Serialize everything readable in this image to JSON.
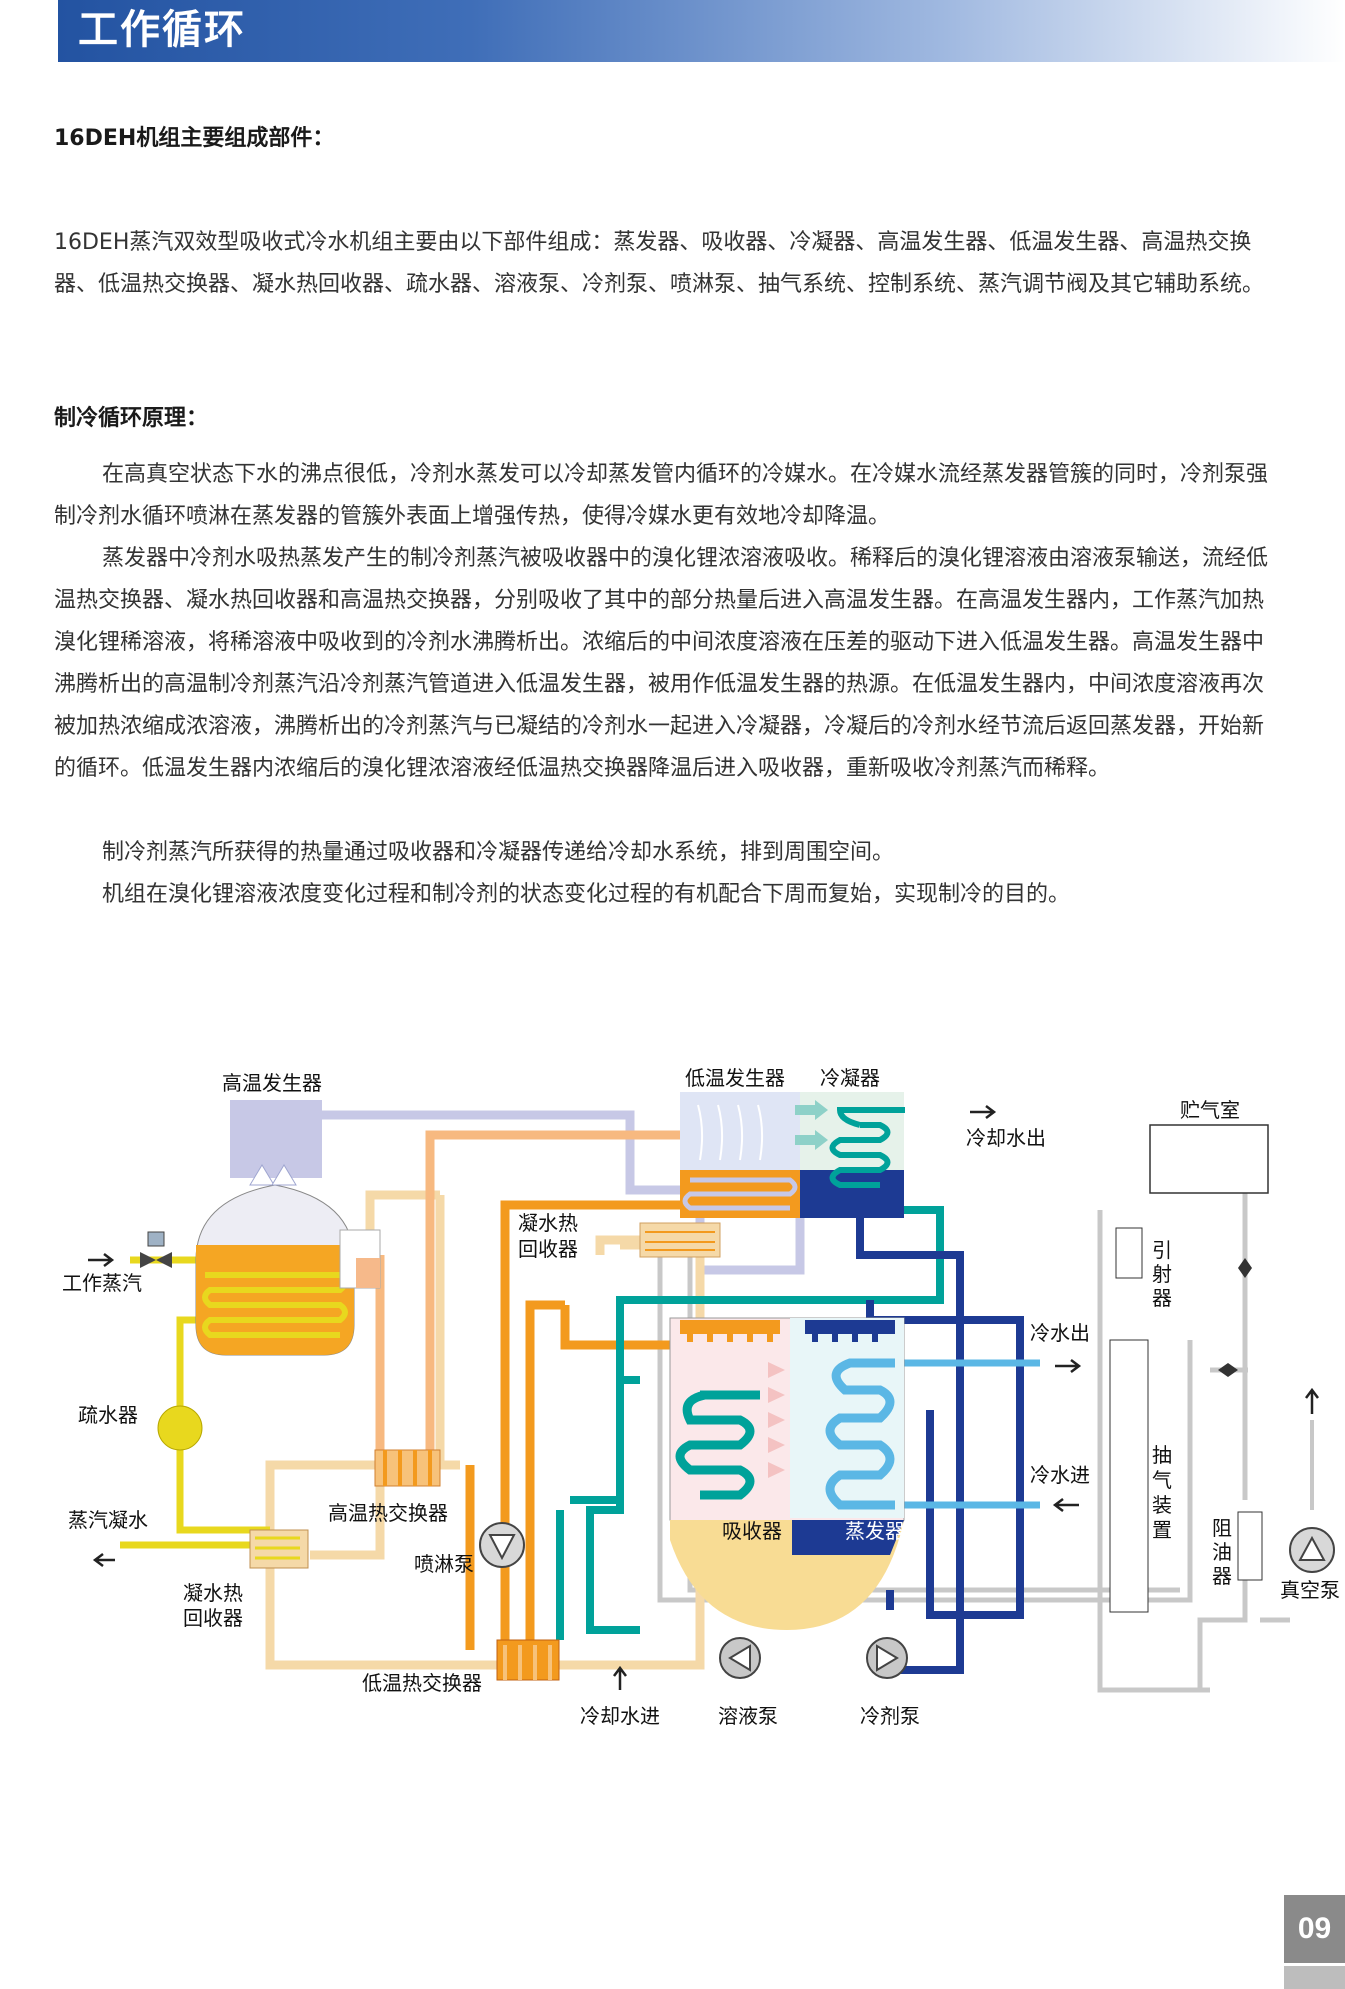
{
  "header": {
    "title": "工作循环"
  },
  "section1": {
    "heading": "16DEH机组主要组成部件：",
    "para": "16DEH蒸汽双效型吸收式冷水机组主要由以下部件组成：蒸发器、吸收器、冷凝器、高温发生器、低温发生器、高温热交换器、低温热交换器、凝水热回收器、疏水器、溶液泵、冷剂泵、喷淋泵、抽气系统、控制系统、蒸汽调节阀及其它辅助系统。"
  },
  "section2": {
    "heading": "制冷循环原理：",
    "paras": [
      "在高真空状态下水的沸点很低，冷剂水蒸发可以冷却蒸发管内循环的冷媒水。在冷媒水流经蒸发器管簇的同时，冷剂泵强制冷剂水循环喷淋在蒸发器的管簇外表面上增强传热，使得冷媒水更有效地冷却降温。",
      "蒸发器中冷剂水吸热蒸发产生的制冷剂蒸汽被吸收器中的溴化锂浓溶液吸收。稀释后的溴化锂溶液由溶液泵输送，流经低温热交换器、凝水热回收器和高温热交换器，分别吸收了其中的部分热量后进入高温发生器。在高温发生器内，工作蒸汽加热溴化锂稀溶液，将稀溶液中吸收到的冷剂水沸腾析出。浓缩后的中间浓度溶液在压差的驱动下进入低温发生器。高温发生器中沸腾析出的高温制冷剂蒸汽沿冷剂蒸汽管道进入低温发生器，被用作低温发生器的热源。在低温发生器内，中间浓度溶液再次被加热浓缩成浓溶液，沸腾析出的冷剂蒸汽与已凝结的冷剂水一起进入冷凝器，冷凝后的冷剂水经节流后返回蒸发器，开始新的循环。低温发生器内浓缩后的溴化锂浓溶液经低温热交换器降温后进入吸收器，重新吸收冷剂蒸汽而稀释。",
      "制冷剂蒸汽所获得的热量通过吸收器和冷凝器传递给冷却水系统，排到周围空间。",
      "机组在溴化锂溶液浓度变化过程和制冷剂的状态变化过程的有机配合下周而复始，实现制冷的目的。"
    ]
  },
  "diagram": {
    "labels": {
      "high_temp_generator": "高温发生器",
      "low_temp_generator": "低温发生器",
      "condenser": "冷凝器",
      "cooling_water_out": "冷却水出",
      "gas_chamber": "贮气室",
      "condensate_recovery_1": "凝水热",
      "condensate_recovery_2": "回收器",
      "working_steam": "工作蒸汽",
      "ejector": [
        "引",
        "射",
        "器"
      ],
      "chilled_water_out": "冷水出",
      "chilled_water_in": "冷水进",
      "steam_trap": "疏水器",
      "high_temp_hx": "高温热交换器",
      "steam_condensate": "蒸汽凝水",
      "spray_pump": "喷淋泵",
      "absorber": "吸收器",
      "evaporator": "蒸发器",
      "purge_unit": [
        "抽",
        "气",
        "装",
        "置"
      ],
      "oil_trap": [
        "阻",
        "油",
        "器"
      ],
      "vacuum_pump": "真空泵",
      "condensate_recovery_b1": "凝水热",
      "condensate_recovery_b2": "回收器",
      "low_temp_hx": "低温热交换器",
      "cooling_water_in": "冷却水进",
      "solution_pump": "溶液泵",
      "refrigerant_pump": "冷剂泵"
    },
    "colors": {
      "orange": "#f39a1e",
      "light_orange": "#f7c27a",
      "tan": "#f5d9a8",
      "yellow": "#e8d81e",
      "teal": "#00a29a",
      "navy": "#1d3a93",
      "light_blue": "#5bb7e5",
      "lavender": "#c7c8e6",
      "gray_pipe": "#c8c8c8"
    }
  },
  "page": {
    "number": "09"
  }
}
